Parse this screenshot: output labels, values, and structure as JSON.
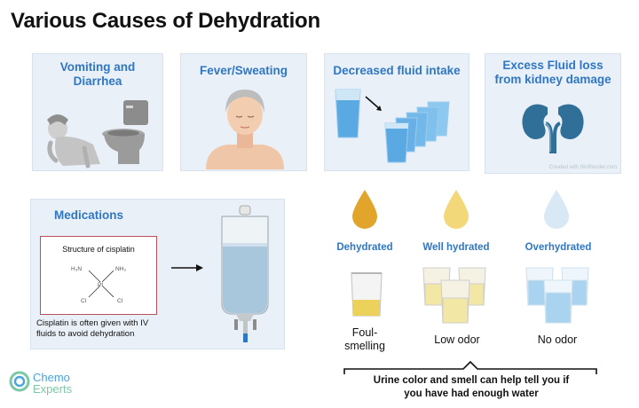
{
  "title": "Various Causes of Dehydration",
  "cards": {
    "vomiting": "Vomiting and\nDiarrhea",
    "fever": "Fever/Sweating",
    "fluid_intake": "Decreased fluid intake",
    "kidney": "Excess Fluid loss\nfrom kidney damage",
    "medications": "Medications"
  },
  "watermark": "Created with BioRender.com",
  "medications": {
    "structure_title": "Structure of cisplatin",
    "atoms": {
      "h3n_left": "H₃N",
      "nh3_right": "NH₃",
      "pt": "Pt",
      "cl_left": "Cl",
      "cl_right": "Cl"
    },
    "note": "Cisplatin is often given with IV\nfluids to avoid dehydration"
  },
  "hydration": [
    {
      "label": "Dehydrated",
      "odor": "Foul-\nsmelling",
      "drop_color": "#e0a52a",
      "urine_color": "#ecd25a"
    },
    {
      "label": "Well hydrated",
      "odor": "Low odor",
      "drop_color": "#f2d878",
      "urine_color": "#f3e7a6"
    },
    {
      "label": "Overhydrated",
      "odor": "No odor",
      "drop_color": "#d8e8f4",
      "urine_color": "#a9d3ef"
    }
  ],
  "urine_caption": "Urine color and smell can help tell you if\nyou have had enough water",
  "logo": {
    "line1": "Chemo",
    "line2": "Experts"
  },
  "colors": {
    "accent": "#2f77c4",
    "card_bg": "#e9f0f7",
    "kidney": "#2f6f98"
  }
}
